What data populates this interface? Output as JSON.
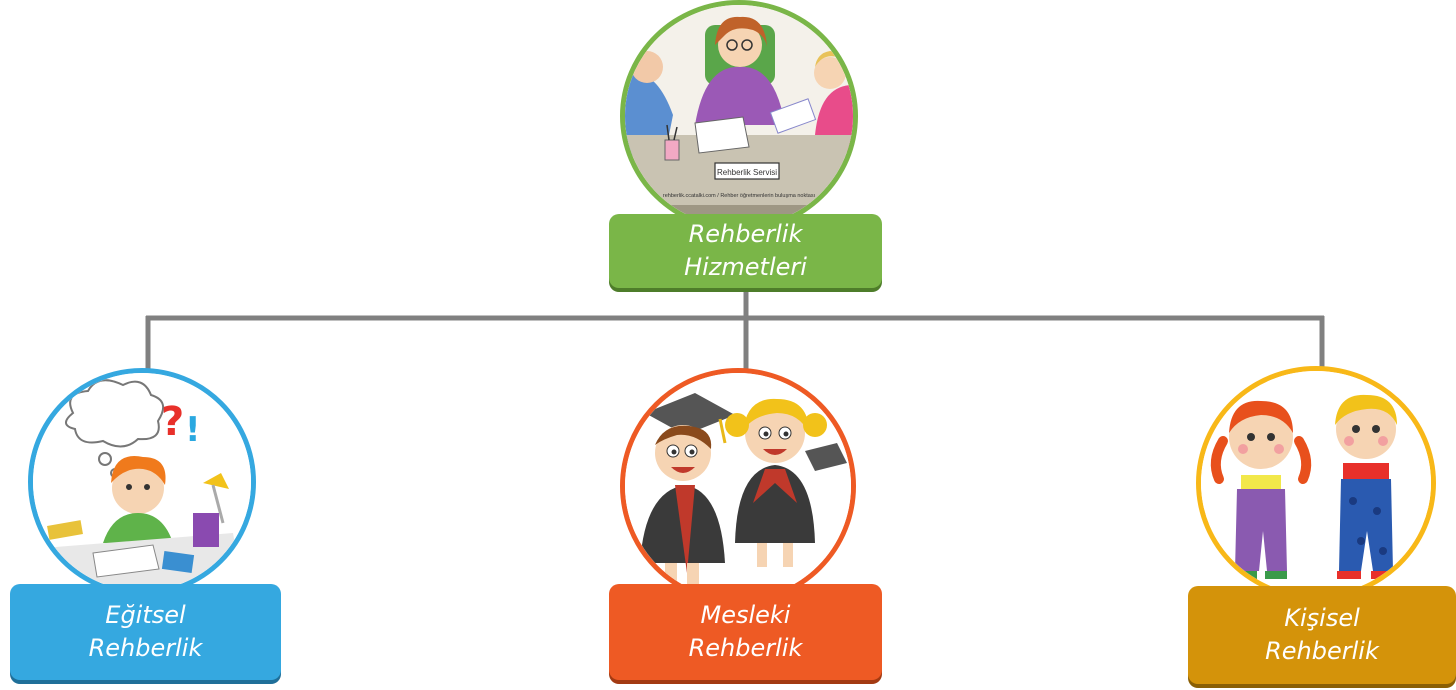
{
  "colors": {
    "connector": "#808080",
    "root_fill": "#7ab648",
    "root_shadow": "#4e7d2a",
    "educational_fill": "#35a8e0",
    "educational_shadow": "#1f6f99",
    "vocational_fill": "#ee5a24",
    "vocational_shadow": "#a33a12",
    "personal_fill": "#d4930a",
    "personal_shadow": "#8a5f05",
    "personal_ring": "#f8b818"
  },
  "root": {
    "line1": "Rehberlik",
    "line2": "Hizmetleri",
    "image": "guidance-office-illustration",
    "sign_text": "Rehberlik Servisi",
    "caption_text": "rehberlik.ccatalki.com / Rehber öğretmenlerin buluşma noktası"
  },
  "children": [
    {
      "line1": "Eğitsel",
      "line2": "Rehberlik",
      "image": "studying-child-illustration"
    },
    {
      "line1": "Mesleki",
      "line2": "Rehberlik",
      "image": "graduates-illustration"
    },
    {
      "line1": "Kişisel",
      "line2": "Rehberlik",
      "image": "two-children-illustration"
    }
  ]
}
